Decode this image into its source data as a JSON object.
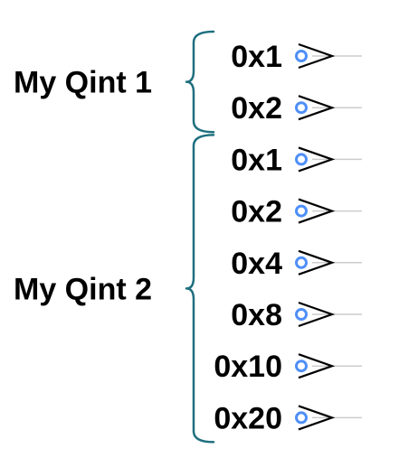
{
  "colors": {
    "brace": "#1f6f7f",
    "port_ring": "#4f8ff7",
    "arrow": "#000000",
    "wire": "#cccccc",
    "text": "#000000"
  },
  "groups": [
    {
      "name": "My Qint 1",
      "bits": [
        "0x1",
        "0x2"
      ]
    },
    {
      "name": "My Qint 2",
      "bits": [
        "0x1",
        "0x2",
        "0x4",
        "0x8",
        "0x10",
        "0x20"
      ]
    }
  ]
}
